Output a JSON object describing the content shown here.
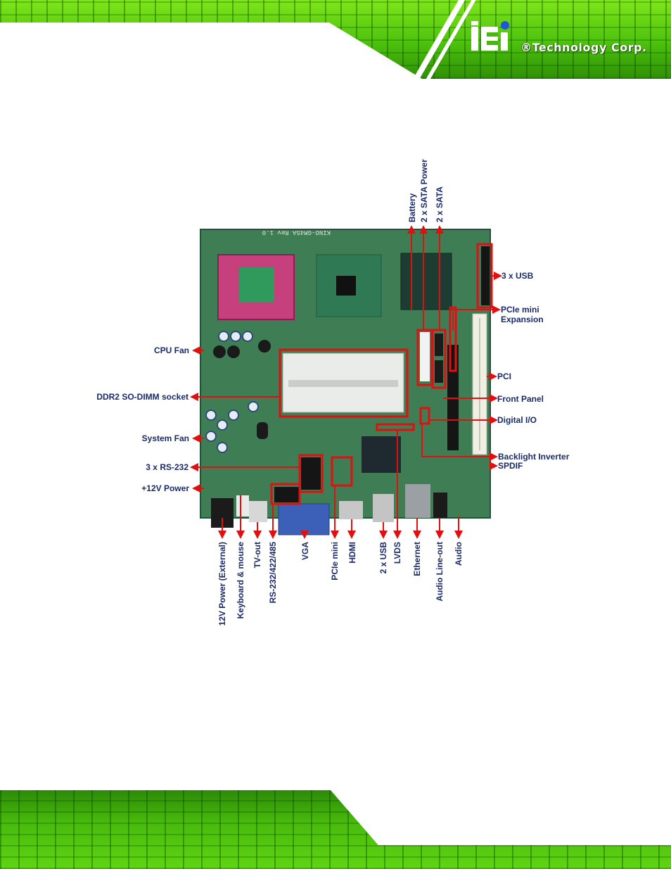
{
  "header": {
    "brand": "®Technology Corp."
  },
  "labels": {
    "top": {
      "battery": "Battery",
      "sata_power": "2 x SATA Power",
      "sata": "2 x SATA"
    },
    "right": {
      "usb3": "3 x USB",
      "pcie_exp_line1": "PCIe mini",
      "pcie_exp_line2": "Expansion",
      "pci": "PCI",
      "front_panel": "Front Panel",
      "digital_io": "Digital I/O",
      "backlight": "Backlight Inverter",
      "spdif": "SPDIF"
    },
    "left": {
      "cpu_fan": "CPU Fan",
      "ddr2": "DDR2 SO-DIMM socket",
      "system_fan": "System Fan",
      "rs232": "3 x RS-232",
      "power12": "+12V Power"
    },
    "bottom": {
      "power_ext": "12V Power (External)",
      "keyboard": "Keyboard & mouse",
      "tvout": "TV-out",
      "rs485": "RS-232/422/485",
      "vga": "VGA",
      "pcie_mini": "PCIe mini",
      "hdmi": "HDMI",
      "usb2": "2 x USB",
      "lvds": "LVDS",
      "ethernet": "Ethernet",
      "lineout": "Audio Line-out",
      "audio": "Audio"
    }
  },
  "board": {
    "silkscreen": "KINO-GM45A Rev 1.0"
  },
  "colors": {
    "highlight": "#e01010",
    "label": "#1a2a6b",
    "pcb": "#3f7d55"
  }
}
